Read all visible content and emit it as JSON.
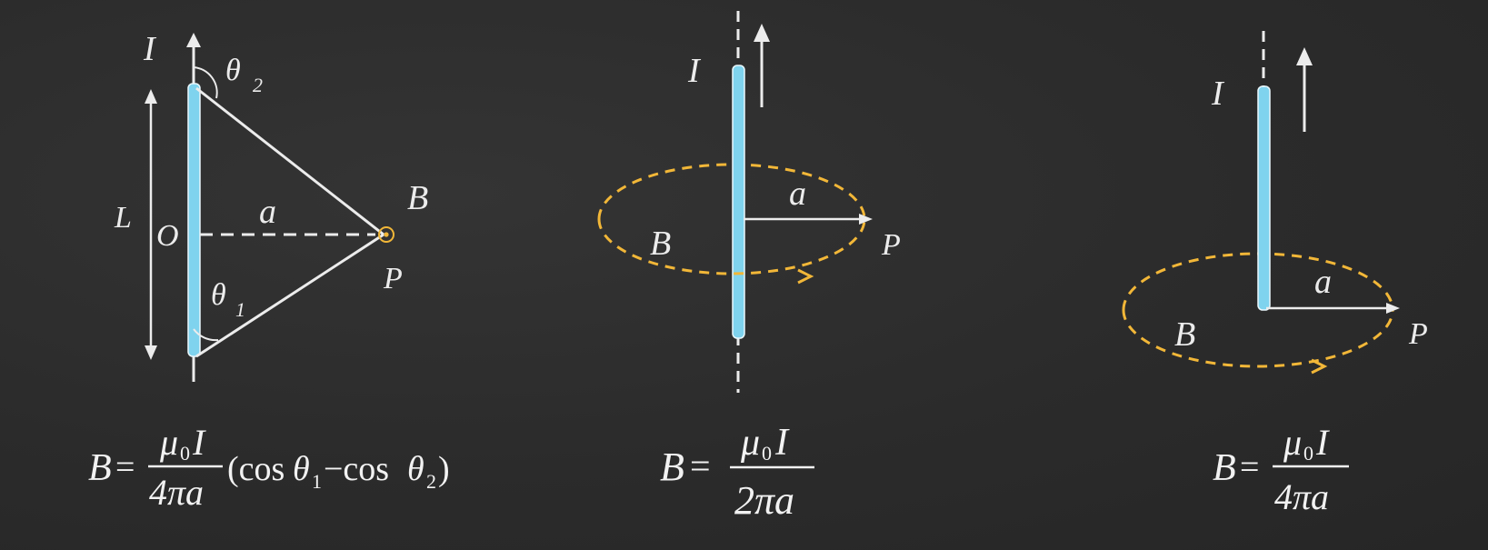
{
  "colors": {
    "wire": "#7fd3ee",
    "field": "#f2b738",
    "chalk": "#ececec",
    "board": "#2c2c2c"
  },
  "panels": [
    {
      "current": "I",
      "theta2": "θ",
      "theta2_sub": "2",
      "theta1": "θ",
      "theta1_sub": "1",
      "length": "L",
      "origin": "O",
      "distance": "a",
      "field": "B",
      "point": "P",
      "formula": {
        "lhs": "B",
        "eq": "=",
        "num": "μ",
        "num_sub": "0",
        "num_rest": "I",
        "den": "4πa",
        "tail_open": "(cos",
        "theta": "θ",
        "sub1": "1",
        "minus": "−cos",
        "sub2": "2",
        "tail_close": ")"
      }
    },
    {
      "current": "I",
      "distance": "a",
      "field": "B",
      "point": "P",
      "formula": {
        "lhs": "B",
        "eq": "=",
        "num": "μ",
        "num_sub": "0",
        "num_rest": "I",
        "den": "2πa"
      }
    },
    {
      "current": "I",
      "distance": "a",
      "field": "B",
      "point": "P",
      "formula": {
        "lhs": "B",
        "eq": "=",
        "num": "μ",
        "num_sub": "0",
        "num_rest": "I",
        "den": "4πa"
      }
    }
  ]
}
